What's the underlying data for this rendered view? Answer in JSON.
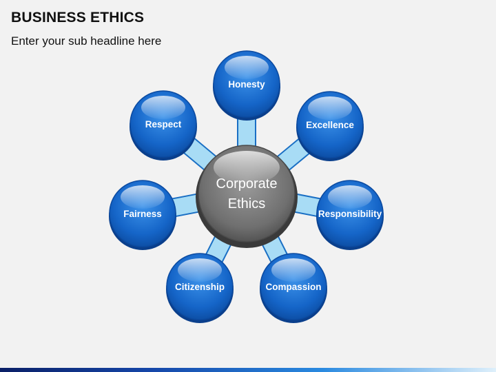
{
  "header": {
    "title": "BUSINESS ETHICS",
    "subtitle": "Enter your sub headline here"
  },
  "diagram": {
    "center_label_lines": [
      "Corporate",
      "Ethics"
    ],
    "nodes": [
      {
        "id": "honesty",
        "label": "Honesty"
      },
      {
        "id": "excellence",
        "label": "Excellence"
      },
      {
        "id": "responsibility",
        "label": "Responsibility"
      },
      {
        "id": "compassion",
        "label": "Compassion"
      },
      {
        "id": "citizenship",
        "label": "Citizenship"
      },
      {
        "id": "fairness",
        "label": "Fairness"
      },
      {
        "id": "respect",
        "label": "Respect"
      }
    ],
    "colors": {
      "node_fill": "#1565c8",
      "node_stroke": "#0b4aa0",
      "connector_fill": "#a8dcf5",
      "connector_stroke": "#1a6fc4",
      "center_fill": "#7a7a7a",
      "center_stroke": "#3d3d3d"
    }
  }
}
